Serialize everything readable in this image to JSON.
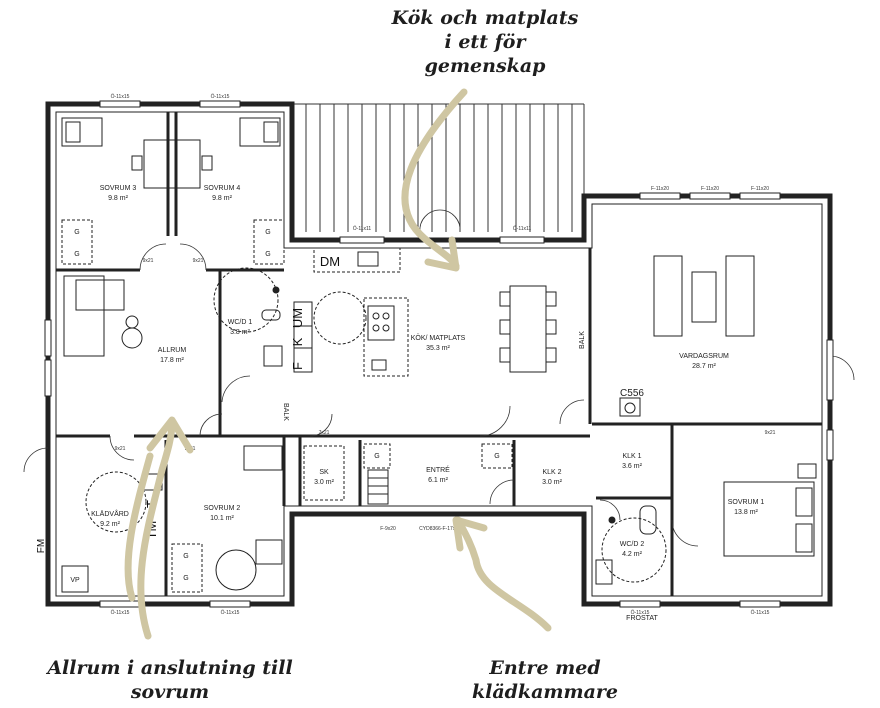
{
  "captions": {
    "top": "Kök och matplats i ett för gemenskap",
    "bottom_left": "Allrum i anslutning till sovrum",
    "bottom_right": "Entre med klädkammare"
  },
  "rooms": {
    "sovrum3": {
      "name": "SOVRUM 3",
      "area": "9.8 m²"
    },
    "sovrum4": {
      "name": "SOVRUM 4",
      "area": "9.8 m²"
    },
    "allrum": {
      "name": "ALLRUM",
      "area": "17.8 m²"
    },
    "wc1": {
      "name": "WC/D 1",
      "area": "3.8 m²"
    },
    "kok": {
      "name": "KÖK/ MATPLATS",
      "area": "35.3 m²"
    },
    "vardagsrum": {
      "name": "VARDAGSRUM",
      "area": "28.7 m²"
    },
    "kladvard": {
      "name": "KLÄDVÅRD",
      "area": "9.2 m²"
    },
    "sovrum2": {
      "name": "SOVRUM 2",
      "area": "10.1 m²"
    },
    "sk": {
      "name": "SK",
      "area": "3.0 m²"
    },
    "entre": {
      "name": "ENTRÉ",
      "area": "6.1 m²"
    },
    "klk2": {
      "name": "KLK 2",
      "area": "3.0 m²"
    },
    "klk1": {
      "name": "KLK 1",
      "area": "3.6 m²"
    },
    "sovrum1": {
      "name": "SOVRUM 1",
      "area": "13.8 m²"
    },
    "wc2": {
      "name": "WC/D 2",
      "area": "4.2 m²"
    }
  },
  "labels": {
    "balk1": "BALK",
    "balk2": "BALK",
    "c556": "C556",
    "frostat": "FROSTAT",
    "fm": "FM",
    "vp": "VP",
    "dm": "DM",
    "f": "F",
    "k": "K",
    "um": "UM",
    "tm": "TM",
    "t": "T",
    "g": "G"
  },
  "window_codes": {
    "o11x15": "Ö-11x15",
    "o11x11": "Ö-11x11",
    "f11x20": "F-11x20",
    "f9x20": "F-9x20",
    "door9x21": "9x21",
    "door7x21": "7x21",
    "ent": "CYD8366-F-17x21"
  },
  "colors": {
    "arrow": "#cfc6a2",
    "wall": "#222222",
    "text": "#1e1e1e"
  }
}
